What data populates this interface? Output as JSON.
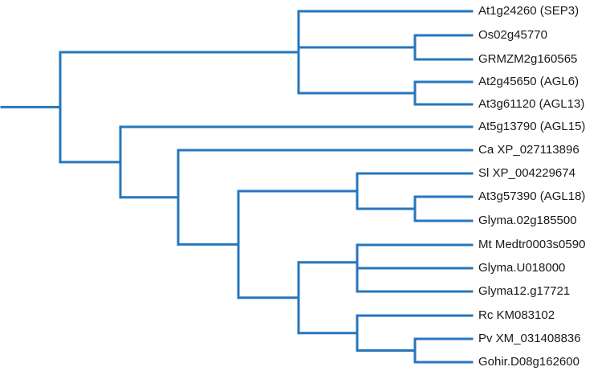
{
  "tree": {
    "branch_color": "#2676bd",
    "label_color": "#1a1a1a",
    "leaves": [
      "At1g24260 (SEP3)",
      "Os02g45770",
      "GRMZM2g160565",
      "At2g45650 (AGL6)",
      "At3g61120 (AGL13)",
      "At5g13790 (AGL15)",
      "Ca XP_027113896",
      "Sl XP_004229674",
      "At3g57390 (AGL18)",
      "Glyma.02g185500",
      "Mt Medtr0003s0590",
      "Glyma.U018000",
      "Glyma12.g17721",
      "Rc KM083102",
      "Pv XM_031408836",
      "Gohir.D08g162600"
    ]
  }
}
